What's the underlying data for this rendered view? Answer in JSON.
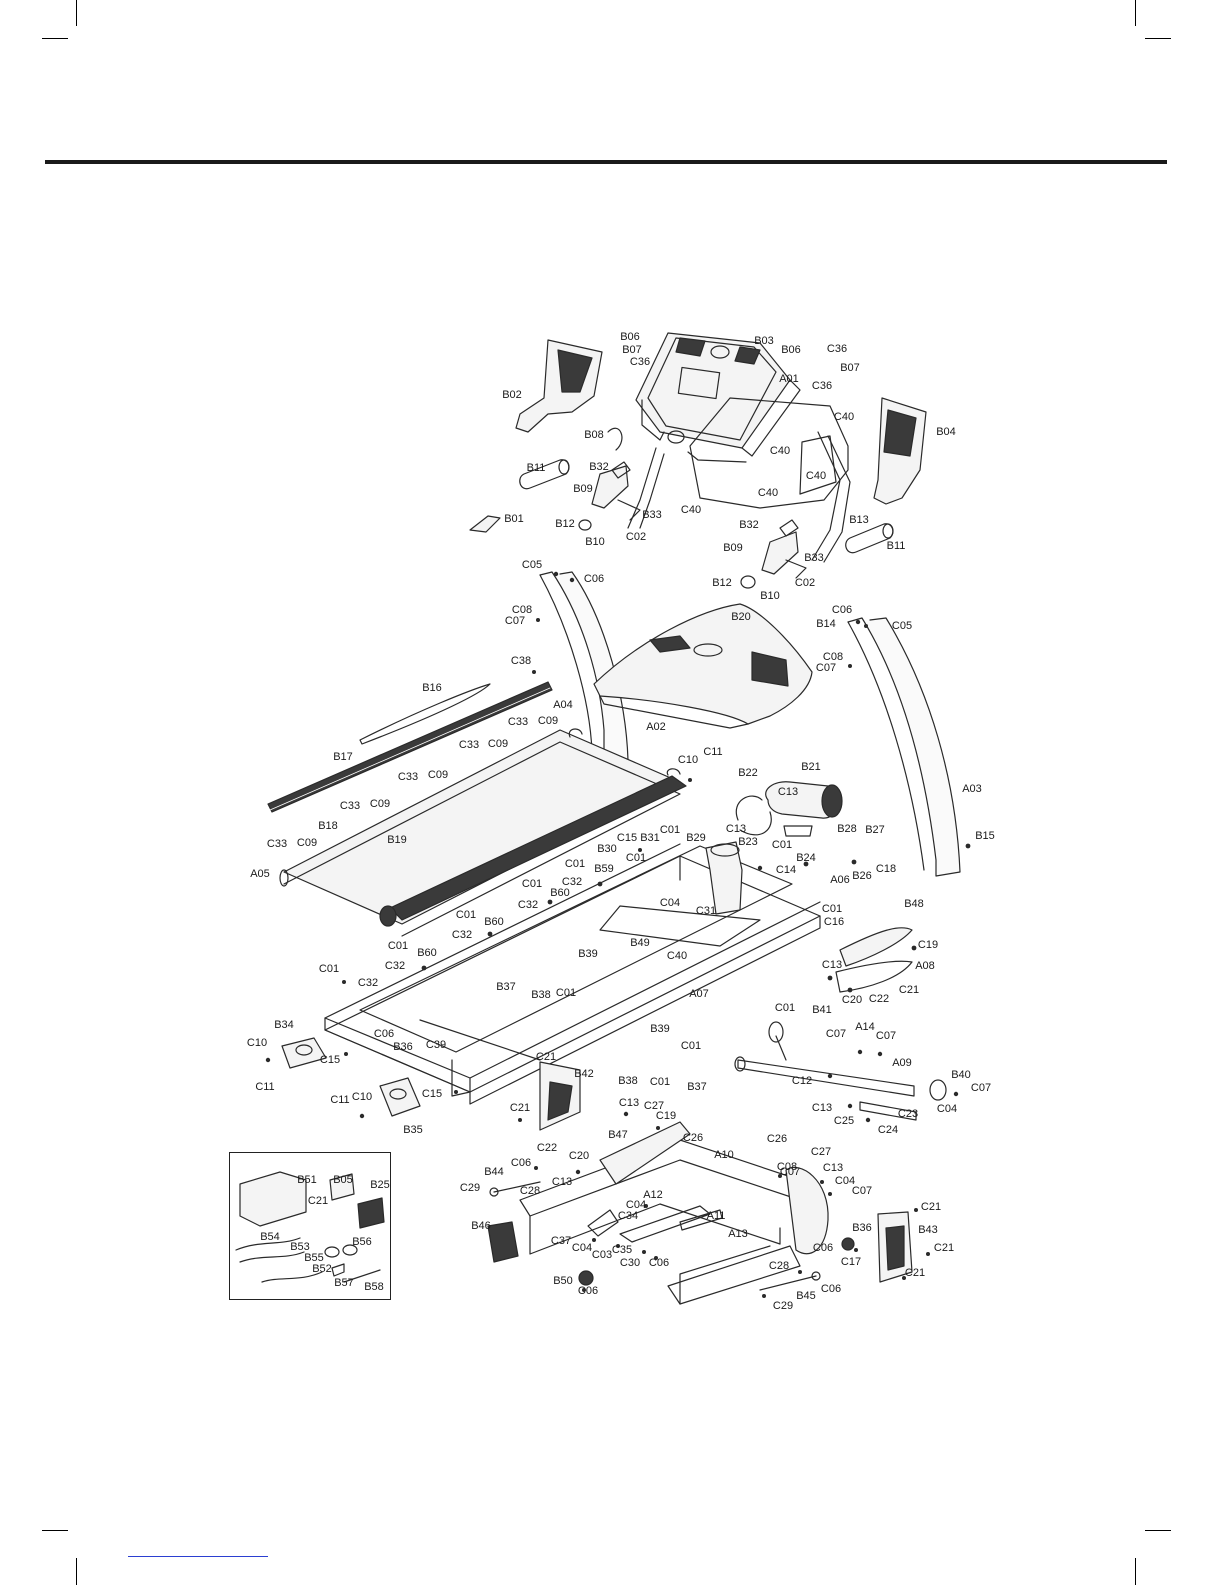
{
  "colors": {
    "line": "#2a2a2a",
    "fill_light": "#f4f4f4",
    "fill_dark": "#3a3a3a",
    "rule": "#1a1a1a",
    "link": "#2b3fd1"
  },
  "labels": {
    "B06a": "B06",
    "B07a": "B07",
    "C36a": "C36",
    "B03": "B03",
    "B06b": "B06",
    "C36b": "C36",
    "B07b": "B07",
    "C36c": "C36",
    "B02": "B02",
    "A01": "A01",
    "C40a": "C40",
    "B04": "B04",
    "B08": "B08",
    "C40b": "C40",
    "B11a": "B11",
    "B32a": "B32",
    "C40c": "C40",
    "B09a": "B09",
    "C40d": "C40",
    "C40e": "C40",
    "B01": "B01",
    "B12a": "B12",
    "B33a": "B33",
    "B13": "B13",
    "B10a": "B10",
    "C02a": "C02",
    "B32b": "B32",
    "B11b": "B11",
    "B09b": "B09",
    "B33b": "B33",
    "C05a": "C05",
    "C06a": "C06",
    "B12b": "B12",
    "C02b": "C02",
    "B10b": "B10",
    "C06b": "C06",
    "C08a": "C08",
    "C07a": "C07",
    "B20": "B20",
    "B14": "B14",
    "C05b": "C05",
    "C38": "C38",
    "C08b": "C08",
    "C07b": "C07",
    "B16": "B16",
    "A04": "A04",
    "C33a": "C33",
    "C09a": "C09",
    "A02": "A02",
    "C33b": "C33",
    "C09b": "C09",
    "C10a": "C10",
    "C11a": "C11",
    "B17": "B17",
    "C33c": "C33",
    "C09c": "C09",
    "B22": "B22",
    "B21": "B21",
    "A03": "A03",
    "C13a": "C13",
    "C33d": "C33",
    "C09d": "C09",
    "B18": "B18",
    "C01a": "C01",
    "C15a": "C15",
    "B31": "B31",
    "B29": "B29",
    "C13b": "C13",
    "B28": "B28",
    "B27": "B27",
    "B15": "B15",
    "B19": "B19",
    "C33e": "C33",
    "C09e": "C09",
    "B30": "B30",
    "C01b": "C01",
    "B23": "B23",
    "C01c": "C01",
    "C01d": "C01",
    "B59": "B59",
    "B24": "B24",
    "B26": "B26",
    "C18": "C18",
    "A05": "A05",
    "C32a": "C32",
    "C14": "C14",
    "A06": "A06",
    "C01e": "C01",
    "B60a": "B60",
    "C32b": "C32",
    "C04a": "C04",
    "C31": "C31",
    "C01f": "C01",
    "C16": "C16",
    "B48": "B48",
    "C01g": "C01",
    "B60b": "B60",
    "C32c": "C32",
    "B49": "B49",
    "C19": "C19",
    "C01h": "C01",
    "B60c": "B60",
    "C32d": "C32",
    "B39a": "B39",
    "C40f": "C40",
    "C13c": "C13",
    "A08": "A08",
    "C01i": "C01",
    "C32e": "C32",
    "B37a": "B37",
    "B38a": "B38",
    "C01j": "C01",
    "A07": "A07",
    "C21a": "C21",
    "C20a": "C20",
    "C22a": "C22",
    "B34": "B34",
    "C01k": "C01",
    "B41": "B41",
    "C06c": "C06",
    "A14": "A14",
    "C07c": "C07",
    "C07d": "C07",
    "C10b": "C10",
    "B36a": "B36",
    "C39": "C39",
    "B39b": "B39",
    "C15b": "C15",
    "C01l": "C01",
    "A09": "A09",
    "C21b": "C21",
    "C11b": "C11",
    "B38b": "B38",
    "C01m": "C01",
    "B37b": "B37",
    "C12": "C12",
    "B40": "B40",
    "C07e": "C07",
    "B42": "B42",
    "C15c": "C15",
    "C11c": "C11",
    "C10c": "C10",
    "C04b": "C04",
    "C13d": "C13",
    "C27a": "C27",
    "C25": "C25",
    "C23": "C23",
    "C21c": "C21",
    "C19b": "C19",
    "B35": "B35",
    "C24": "C24",
    "B47": "B47",
    "C26a": "C26",
    "C26b": "C26",
    "C22b": "C22",
    "C20b": "C20",
    "A10": "A10",
    "C27b": "C27",
    "B51": "B51",
    "B05": "B05",
    "C06d": "C06",
    "C13e": "C13",
    "C07f": "C07",
    "C08c": "C08",
    "C13f": "C13",
    "B25": "B25",
    "B44": "B44",
    "C04c": "C04",
    "C29a": "C29",
    "C28a": "C28",
    "C07g": "C07",
    "A12": "A12",
    "C04d": "C04",
    "C21d": "C21",
    "C34": "C34",
    "A11": "A11",
    "C21e": "C21",
    "B43": "B43",
    "B46": "B46",
    "C37": "C37",
    "A13": "A13",
    "B36b": "B36",
    "B54": "B54",
    "B53": "B53",
    "C04e": "C04",
    "C03": "C03",
    "C35": "C35",
    "C06e": "C06",
    "C21f": "C21",
    "B56": "B56",
    "C17": "C17",
    "B55": "B55",
    "C30": "C30",
    "C06f": "C06",
    "C28b": "C28",
    "B52": "B52",
    "C21g": "C21",
    "B50": "B50",
    "B57": "B57",
    "B58": "B58",
    "C06g": "C06",
    "C06h": "C06",
    "B45": "B45",
    "C29b": "C29"
  }
}
